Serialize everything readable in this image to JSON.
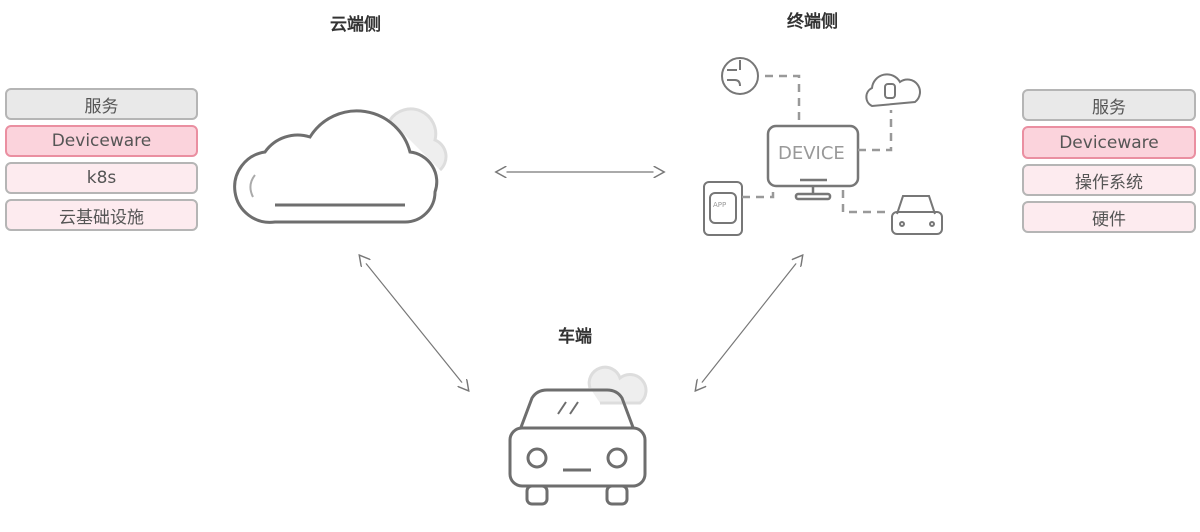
{
  "titles": {
    "cloud": "云端侧",
    "terminal": "终端侧",
    "vehicle": "车端"
  },
  "cloud_stack": [
    "服务",
    "Deviceware",
    "k8s",
    "云基础设施"
  ],
  "terminal_stack": [
    "服务",
    "Deviceware",
    "操作系统",
    "硬件"
  ],
  "device_label": "DEVICE",
  "app_label": "APP",
  "colors": {
    "service": "#e9e9e9",
    "deviceware": "#fbd3dc",
    "layer": "#fdebef",
    "line": "#777777"
  }
}
